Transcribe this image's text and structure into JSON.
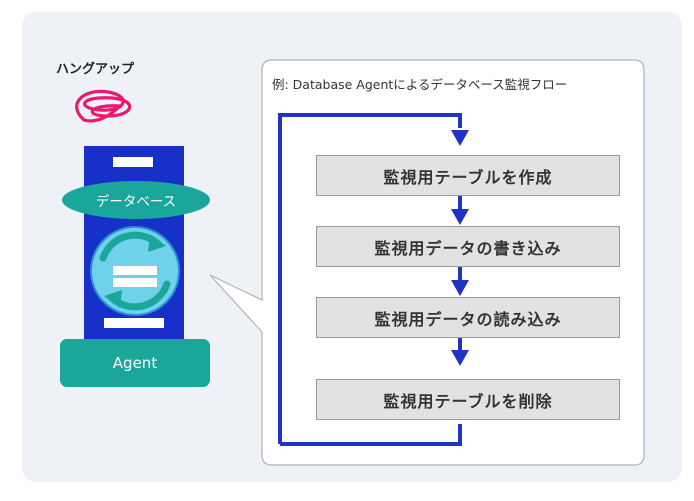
{
  "hangup_label": "ハングアップ",
  "database_label": "データベース",
  "agent_label": "Agent",
  "callout_title": "例: Database Agentによるデータベース監視フロー",
  "steps": [
    {
      "label": "監視用テーブルを作成"
    },
    {
      "label": "監視用データの書き込み"
    },
    {
      "label": "監視用データの読み込み"
    },
    {
      "label": "監視用テーブルを削除"
    }
  ],
  "colors": {
    "panel_bg": "#eef1f6",
    "server_blue": "#1730c8",
    "flow_blue": "#1f33c4",
    "teal": "#1aa69b",
    "scribble_pink": "#e8196e",
    "step_fill": "#e2e2e2",
    "step_border": "#9a9a9a"
  },
  "icons": {
    "scribble": "hangup-scribble-icon",
    "sync": "sync-arrows-icon"
  }
}
